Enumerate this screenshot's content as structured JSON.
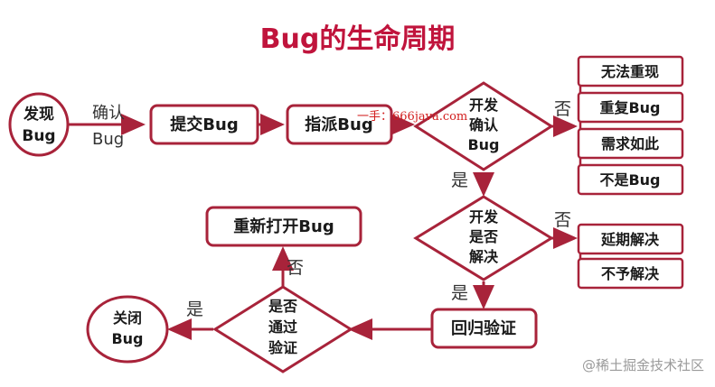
{
  "title": "Bug的生命周期",
  "nodes": {
    "discover": [
      "发现",
      "Bug"
    ],
    "submit": "提交Bug",
    "assign": "指派Bug",
    "dev_confirm": [
      "开发",
      "确认",
      "Bug"
    ],
    "reasons_no": [
      "无法重现",
      "重复Bug",
      "需求如此",
      "不是Bug"
    ],
    "dev_resolve": [
      "开发",
      "是否",
      "解决"
    ],
    "reasons_defer": [
      "延期解决",
      "不予解决"
    ],
    "verify": "回归验证",
    "passed": [
      "是否",
      "通过",
      "验证"
    ],
    "reopen": "重新打开Bug",
    "close": [
      "关闭",
      "Bug"
    ]
  },
  "edge_labels": {
    "confirm_bug": [
      "确认",
      "Bug"
    ],
    "no1": "否",
    "yes1": "是",
    "no2": "否",
    "yes2": "是",
    "yes3": "是",
    "no3": "否"
  },
  "watermark": "@稀土掘金技术社区",
  "center_watermark": "一手：666java.com",
  "colors": {
    "accent": "#a8233a",
    "title": "#c0143c",
    "fill": "#ffffff",
    "text": "#1a1a1a",
    "edge_text": "#333333"
  }
}
